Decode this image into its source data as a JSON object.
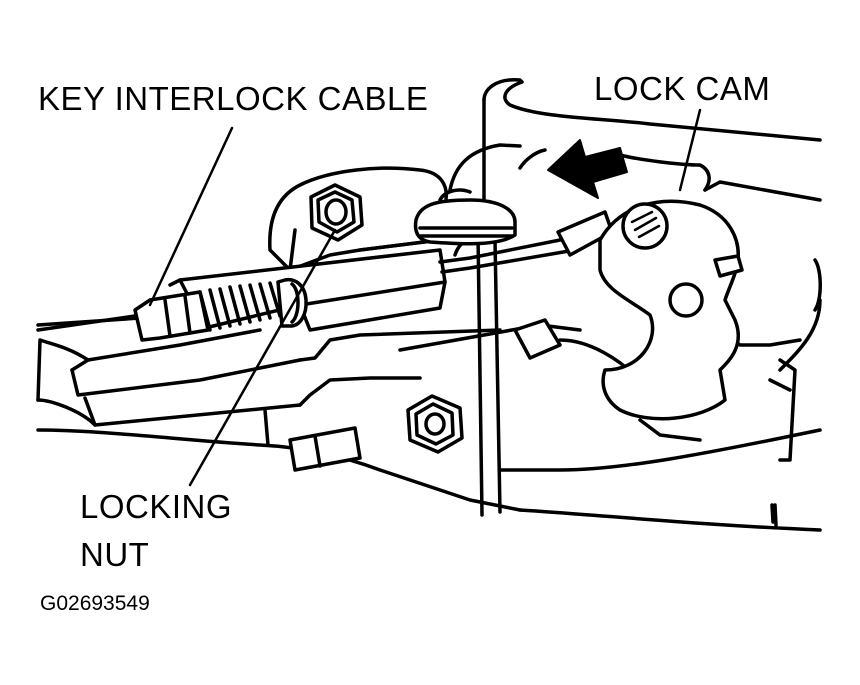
{
  "labels": {
    "key_interlock_cable": "KEY INTERLOCK CABLE",
    "lock_cam": "LOCK CAM",
    "locking_nut_line1": "LOCKING",
    "locking_nut_line2": "NUT"
  },
  "figure_code": "G02693549",
  "colors": {
    "ink": "#000000",
    "paper": "#ffffff"
  },
  "icons": {
    "direction_arrow": "arrow-left-icon"
  }
}
